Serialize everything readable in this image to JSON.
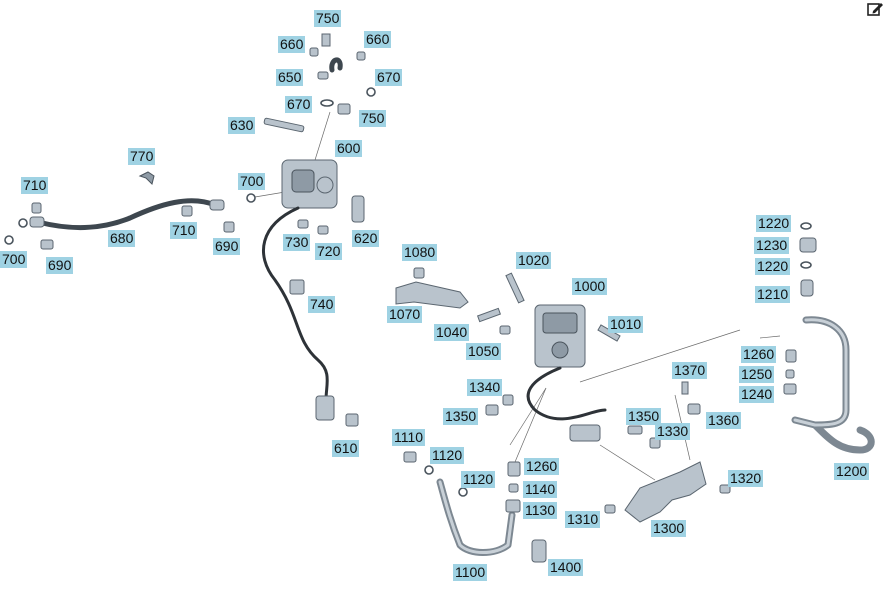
{
  "toolbar": {
    "edit_icon": "edit-icon"
  },
  "callouts": [
    {
      "id": "c750a",
      "label": "750"
    },
    {
      "id": "c660a",
      "label": "660"
    },
    {
      "id": "c660b",
      "label": "660"
    },
    {
      "id": "c650",
      "label": "650"
    },
    {
      "id": "c670a",
      "label": "670"
    },
    {
      "id": "c670b",
      "label": "670"
    },
    {
      "id": "c750b",
      "label": "750"
    },
    {
      "id": "c630",
      "label": "630"
    },
    {
      "id": "c600",
      "label": "600"
    },
    {
      "id": "c770",
      "label": "770"
    },
    {
      "id": "c710a",
      "label": "710"
    },
    {
      "id": "c700a",
      "label": "700"
    },
    {
      "id": "c680",
      "label": "680"
    },
    {
      "id": "c710b",
      "label": "710"
    },
    {
      "id": "c690a",
      "label": "690"
    },
    {
      "id": "c690b",
      "label": "690"
    },
    {
      "id": "c700b",
      "label": "700"
    },
    {
      "id": "c730",
      "label": "730"
    },
    {
      "id": "c720",
      "label": "720"
    },
    {
      "id": "c620",
      "label": "620"
    },
    {
      "id": "c740",
      "label": "740"
    },
    {
      "id": "c610",
      "label": "610"
    },
    {
      "id": "c1080",
      "label": "1080"
    },
    {
      "id": "c1020",
      "label": "1020"
    },
    {
      "id": "c1000",
      "label": "1000"
    },
    {
      "id": "c1070",
      "label": "1070"
    },
    {
      "id": "c1040",
      "label": "1040"
    },
    {
      "id": "c1010",
      "label": "1010"
    },
    {
      "id": "c1050",
      "label": "1050"
    },
    {
      "id": "c1220a",
      "label": "1220"
    },
    {
      "id": "c1230",
      "label": "1230"
    },
    {
      "id": "c1220b",
      "label": "1220"
    },
    {
      "id": "c1210",
      "label": "1210"
    },
    {
      "id": "c1260a",
      "label": "1260"
    },
    {
      "id": "c1250",
      "label": "1250"
    },
    {
      "id": "c1240",
      "label": "1240"
    },
    {
      "id": "c1370",
      "label": "1370"
    },
    {
      "id": "c1340",
      "label": "1340"
    },
    {
      "id": "c1350a",
      "label": "1350"
    },
    {
      "id": "c1350b",
      "label": "1350"
    },
    {
      "id": "c1330",
      "label": "1330"
    },
    {
      "id": "c1360",
      "label": "1360"
    },
    {
      "id": "c1110",
      "label": "1110"
    },
    {
      "id": "c1120a",
      "label": "1120"
    },
    {
      "id": "c1260b",
      "label": "1260"
    },
    {
      "id": "c1120b",
      "label": "1120"
    },
    {
      "id": "c1140",
      "label": "1140"
    },
    {
      "id": "c1130",
      "label": "1130"
    },
    {
      "id": "c1320",
      "label": "1320"
    },
    {
      "id": "c1200",
      "label": "1200"
    },
    {
      "id": "c1310",
      "label": "1310"
    },
    {
      "id": "c1300",
      "label": "1300"
    },
    {
      "id": "c1100",
      "label": "1100"
    },
    {
      "id": "c1400",
      "label": "1400"
    }
  ]
}
